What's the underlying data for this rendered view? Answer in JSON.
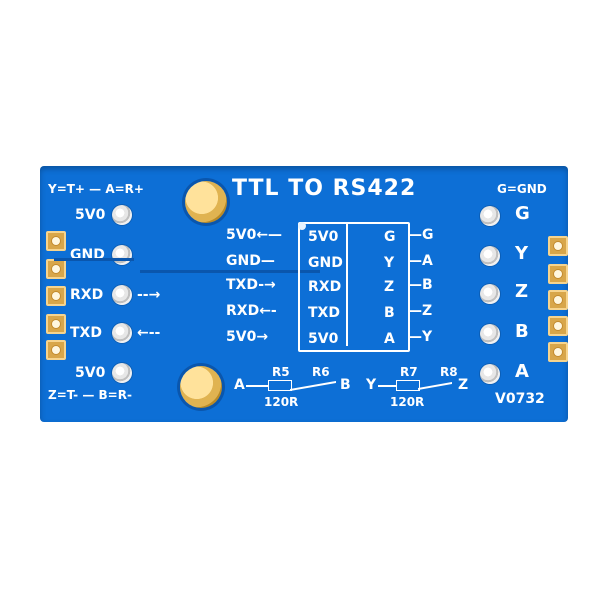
{
  "board": {
    "title": "TTL TO RS422",
    "top_left_legend": "Y=T+ — A=R+",
    "bottom_left_legend": "Z=T- — B=R-",
    "top_right_legend": "G=GND",
    "left_pins": [
      {
        "label": "5V0"
      },
      {
        "label": "GND"
      },
      {
        "label": "RXD",
        "suffix": "--→"
      },
      {
        "label": "TXD",
        "suffix": "←--"
      },
      {
        "label": "5V0"
      }
    ],
    "right_pins": [
      {
        "label": "G"
      },
      {
        "label": "Y"
      },
      {
        "label": "Z"
      },
      {
        "label": "B"
      },
      {
        "label": "A"
      }
    ],
    "map_left": [
      "5V0←—",
      "GND—",
      "TXD-→",
      "RXD←-",
      "5V0→"
    ],
    "ic_left": [
      "5V0",
      "GND",
      "RXD",
      "TXD",
      "5V0"
    ],
    "ic_right": [
      "G",
      "Y",
      "Z",
      "B",
      "A"
    ],
    "map_right": [
      "—G",
      "—A",
      "—B",
      "—Z",
      "—Y"
    ],
    "resistors": {
      "r5": "R5",
      "r6": "R6",
      "r7": "R7",
      "r8": "R8",
      "left_value": "120R",
      "right_value": "120R",
      "left_a": "A",
      "left_b": "B",
      "right_y": "Y",
      "right_z": "Z"
    },
    "version": "V0732"
  },
  "colors": {
    "pcb": "#0d6fd6",
    "silkscreen": "#ffffff",
    "gold": "#d8a64a"
  }
}
